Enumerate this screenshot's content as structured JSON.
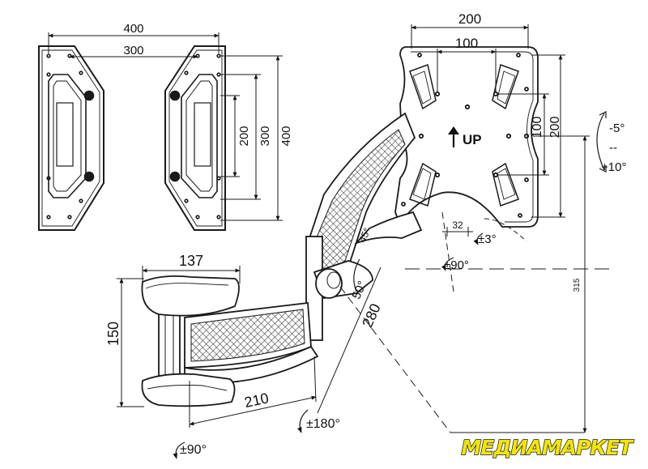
{
  "colors": {
    "line": "#1a1a1a",
    "hatch": "#444444",
    "logo_yellow": "#f2e600",
    "logo_outline": "#111111"
  },
  "plates": {
    "width_400": "400",
    "width_300": "300",
    "height_200": "200",
    "height_300": "300",
    "height_400": "400"
  },
  "head": {
    "width_200": "200",
    "width_100": "100",
    "height_100": "100",
    "height_200": "200",
    "up_label": "UP",
    "tilt_up": "-5°",
    "tilt_sep": "--",
    "tilt_down": "+10°",
    "offset_32": "32",
    "rotate_3": "±3°",
    "swivel_90": "±90°"
  },
  "arm": {
    "angle_small": "45°",
    "angle_50": "50°",
    "reach_280": "280",
    "height_315": "315",
    "width_137": "137",
    "height_150": "150",
    "reach_210": "210",
    "rotate_180": "±180°",
    "rotate_90": "±90°"
  },
  "logo": {
    "text": "МЕДИАМАРКЕТ"
  }
}
